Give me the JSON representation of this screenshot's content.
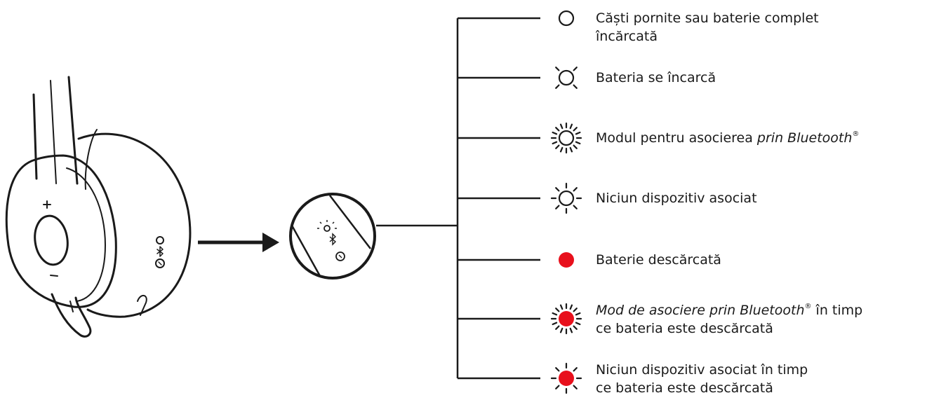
{
  "led_indicator": {
    "item_count": 7,
    "items": [
      {
        "state": "steady-white",
        "line1_pre": "Căști pornite sau baterie complet",
        "line1_em": "",
        "line1_post": "",
        "line2": "încărcată"
      },
      {
        "state": "slow-pulse-white",
        "line1_pre": "Bateria se încarcă",
        "line1_em": "",
        "line1_post": "",
        "line2": ""
      },
      {
        "state": "fast-blink-white",
        "line1_pre": "Modul pentru asocierea ",
        "line1_em": "prin Bluetooth",
        "line1_post": "",
        "line2": ""
      },
      {
        "state": "slow-blink-white",
        "line1_pre": "Niciun dispozitiv asociat",
        "line1_em": "",
        "line1_post": "",
        "line2": ""
      },
      {
        "state": "steady-red",
        "line1_pre": "Baterie descărcată",
        "line1_em": "",
        "line1_post": "",
        "line2": ""
      },
      {
        "state": "fast-blink-red",
        "line1_pre": "",
        "line1_em": "Mod de asociere prin Bluetooth",
        "line1_post": " în timp",
        "line2": "ce bateria este descărcată"
      },
      {
        "state": "slow-blink-red",
        "line1_pre": "Niciun dispozitiv asociat în timp",
        "line1_em": "",
        "line1_post": "",
        "line2": "ce bateria este descărcată"
      }
    ],
    "colors": {
      "white_led": "#ffffff",
      "red_led": "#e8101c",
      "line": "#1a1a1a"
    }
  }
}
